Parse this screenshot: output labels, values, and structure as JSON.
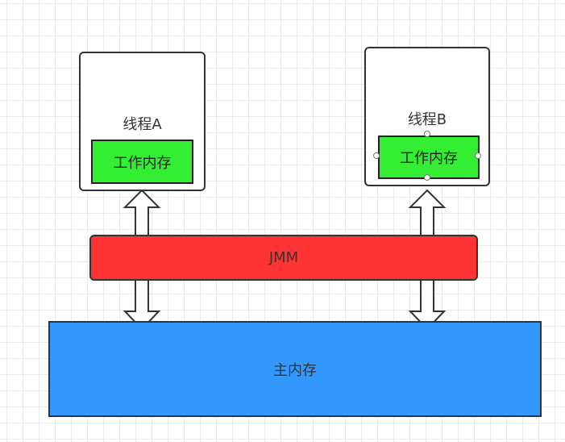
{
  "thread_a": {
    "label": "线程A",
    "work_memory": "工作内存"
  },
  "thread_b": {
    "label": "线程B",
    "work_memory": "工作内存"
  },
  "jmm": {
    "label": "JMM"
  },
  "main_memory": {
    "label": "主内存"
  },
  "colors": {
    "work_memory": "#33ee33",
    "jmm": "#ff3333",
    "main_memory": "#3399ff",
    "stroke": "#333333"
  }
}
